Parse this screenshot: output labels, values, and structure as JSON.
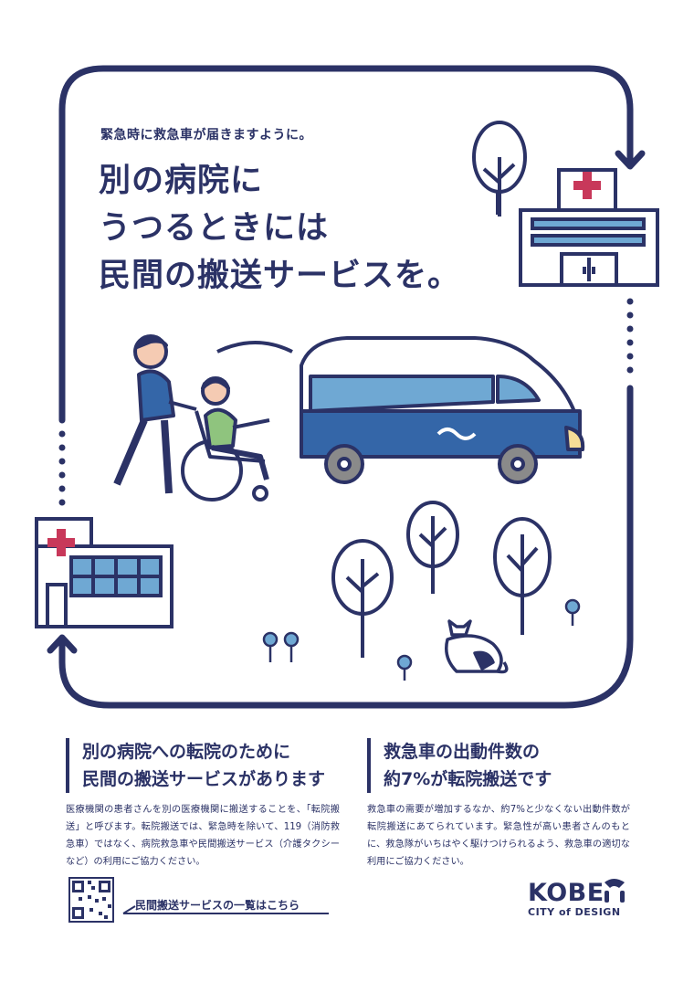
{
  "poster": {
    "tagline": "緊急時に救急車が届きますように。",
    "headline": [
      "別の病院に",
      "うつるときには",
      "民間の搬送サービスを。"
    ]
  },
  "left_column": {
    "heading": [
      "別の病院への転院のために",
      "民間の搬送サービスがあります"
    ],
    "body": "医療機関の患者さんを別の医療機関に搬送することを、「転院搬送」と呼びます。転院搬送では、緊急時を除いて、119（消防救急車）ではなく、病院救急車や民間搬送サービス（介護タクシーなど）の利用にご協力ください。"
  },
  "right_column": {
    "heading": [
      "救急車の出動件数の",
      "約7%が転院搬送です"
    ],
    "body": "救急車の需要が増加するなか、約7%と少なくない出動件数が転院搬送にあてられています。緊急性が高い患者さんのもとに、救急隊がいちはやく駆けつけられるよう、救急車の適切な利用にご協力ください。"
  },
  "footer": {
    "link_label": "民間搬送サービスの一覧はこちら",
    "logo_main": "KOBE",
    "logo_sub": "CITY of DESIGN"
  },
  "colors": {
    "navy": "#2b3266",
    "light_blue": "#6fa8d3",
    "blue": "#3466a8",
    "red_cross": "#c8385a",
    "skin": "#f5cbb3",
    "green": "#8fc47e",
    "grey": "#8a8a8a",
    "yellow": "#f6dd97"
  }
}
